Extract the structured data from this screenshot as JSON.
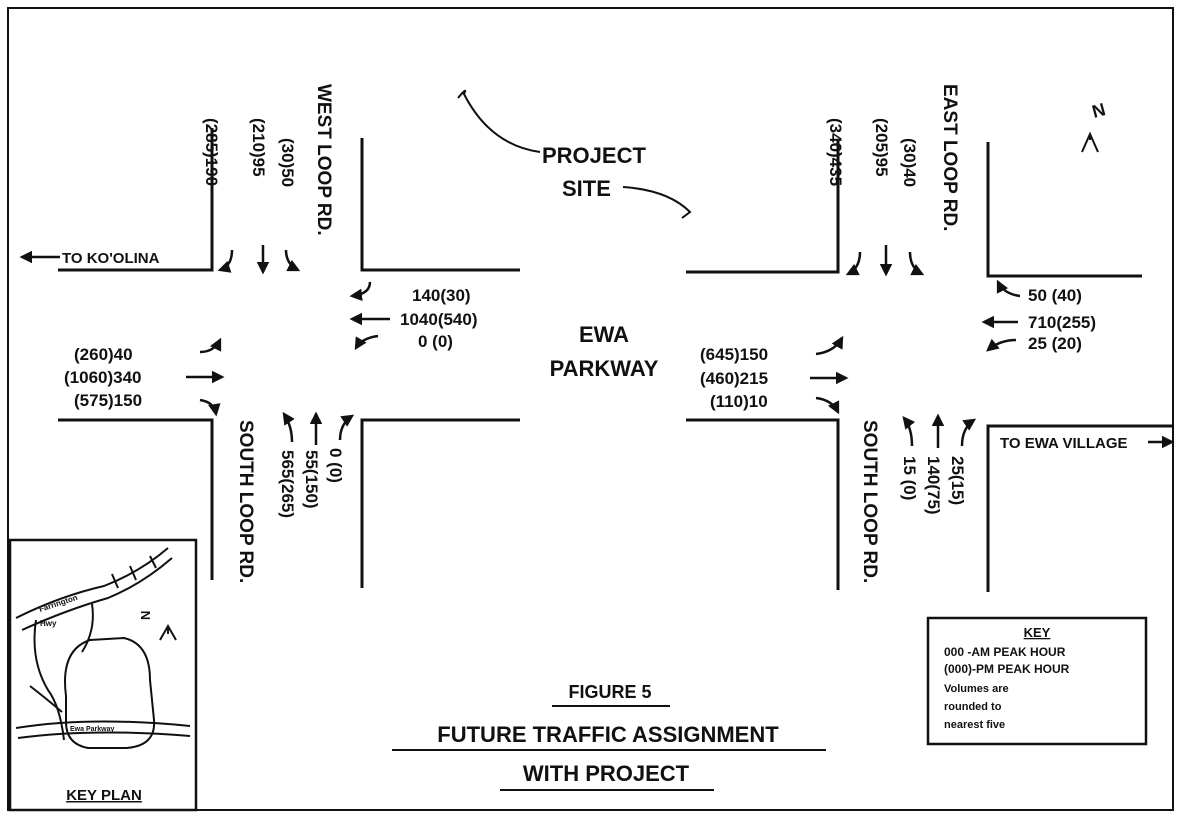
{
  "labels": {
    "west_loop": "WEST LOOP RD.",
    "east_loop": "EAST LOOP RD.",
    "south_loop": "SOUTH LOOP RD.",
    "ewa_parkway_1": "EWA",
    "ewa_parkway_2": "PARKWAY",
    "project_1": "PROJECT",
    "project_2": "SITE",
    "to_koolina": "TO KO'OLINA",
    "to_ewa_village": "TO EWA VILLAGE",
    "north": "N"
  },
  "west_intersection": {
    "southbound": [
      "(285)190",
      "(210)95",
      "(30)50"
    ],
    "westbound": [
      "140(30)",
      "1040(540)",
      "0 (0)"
    ],
    "eastbound": [
      "(260)40",
      "(1060)340",
      "(575)150"
    ],
    "northbound": [
      "565(265)",
      "55(150)",
      "0 (0)"
    ]
  },
  "east_intersection": {
    "southbound": [
      "(340)435",
      "(205)95",
      "(30)40"
    ],
    "westbound": [
      "50 (40)",
      "710(255)",
      "25 (20)"
    ],
    "eastbound": [
      "(645)150",
      "(460)215",
      "(110)10"
    ],
    "northbound": [
      "15 (0)",
      "140(75)",
      "25(15)"
    ]
  },
  "key": {
    "title": "KEY",
    "line1": "000 -AM PEAK HOUR",
    "line2": "(000)-PM PEAK HOUR",
    "line3": "Volumes are",
    "line4": "rounded to",
    "line5": "nearest five"
  },
  "figure": {
    "number": "FIGURE  5",
    "title1": "FUTURE  TRAFFIC  ASSIGNMENT",
    "title2": "WITH  PROJECT"
  },
  "key_plan": {
    "title": "KEY  PLAN",
    "farrington": "Farrington",
    "hwy": "Hwy",
    "parkway": "Ewa Parkway"
  }
}
